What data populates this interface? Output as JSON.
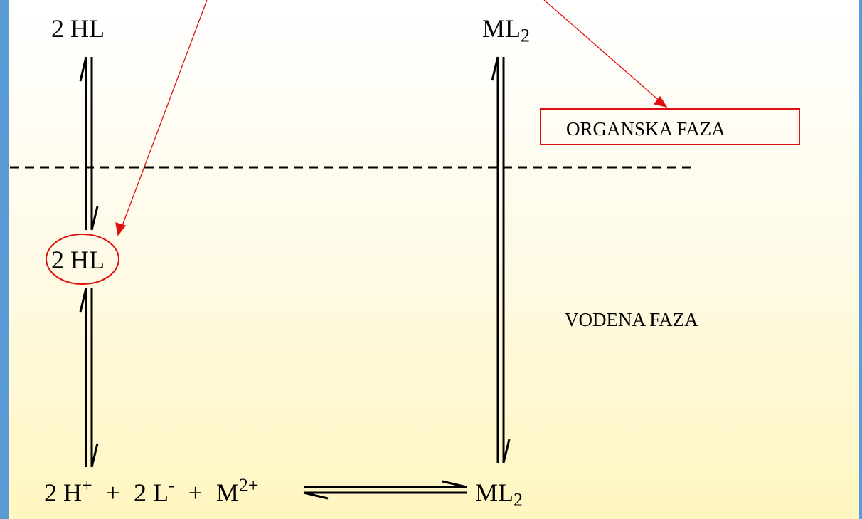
{
  "top_left_species": {
    "prefix": "2 HL"
  },
  "top_right_species": {
    "base": "ML",
    "subscript": "2"
  },
  "middle_left_species": {
    "prefix": "2 HL"
  },
  "phase_labels": {
    "organic": "ORGANSKA FAZA",
    "aqueous": "VODENA FAZA"
  },
  "bottom_equation": {
    "h_base": "2 H",
    "h_charge": "+",
    "plus1": "+",
    "l_base": "2 L",
    "l_charge": "-",
    "plus2": "+",
    "m_base": "M",
    "m_charge": "2+",
    "product_base": "ML",
    "product_subscript": "2"
  },
  "colors": {
    "frame": "#5b9bd5",
    "annotation": "#e01010",
    "ink": "#000000"
  }
}
